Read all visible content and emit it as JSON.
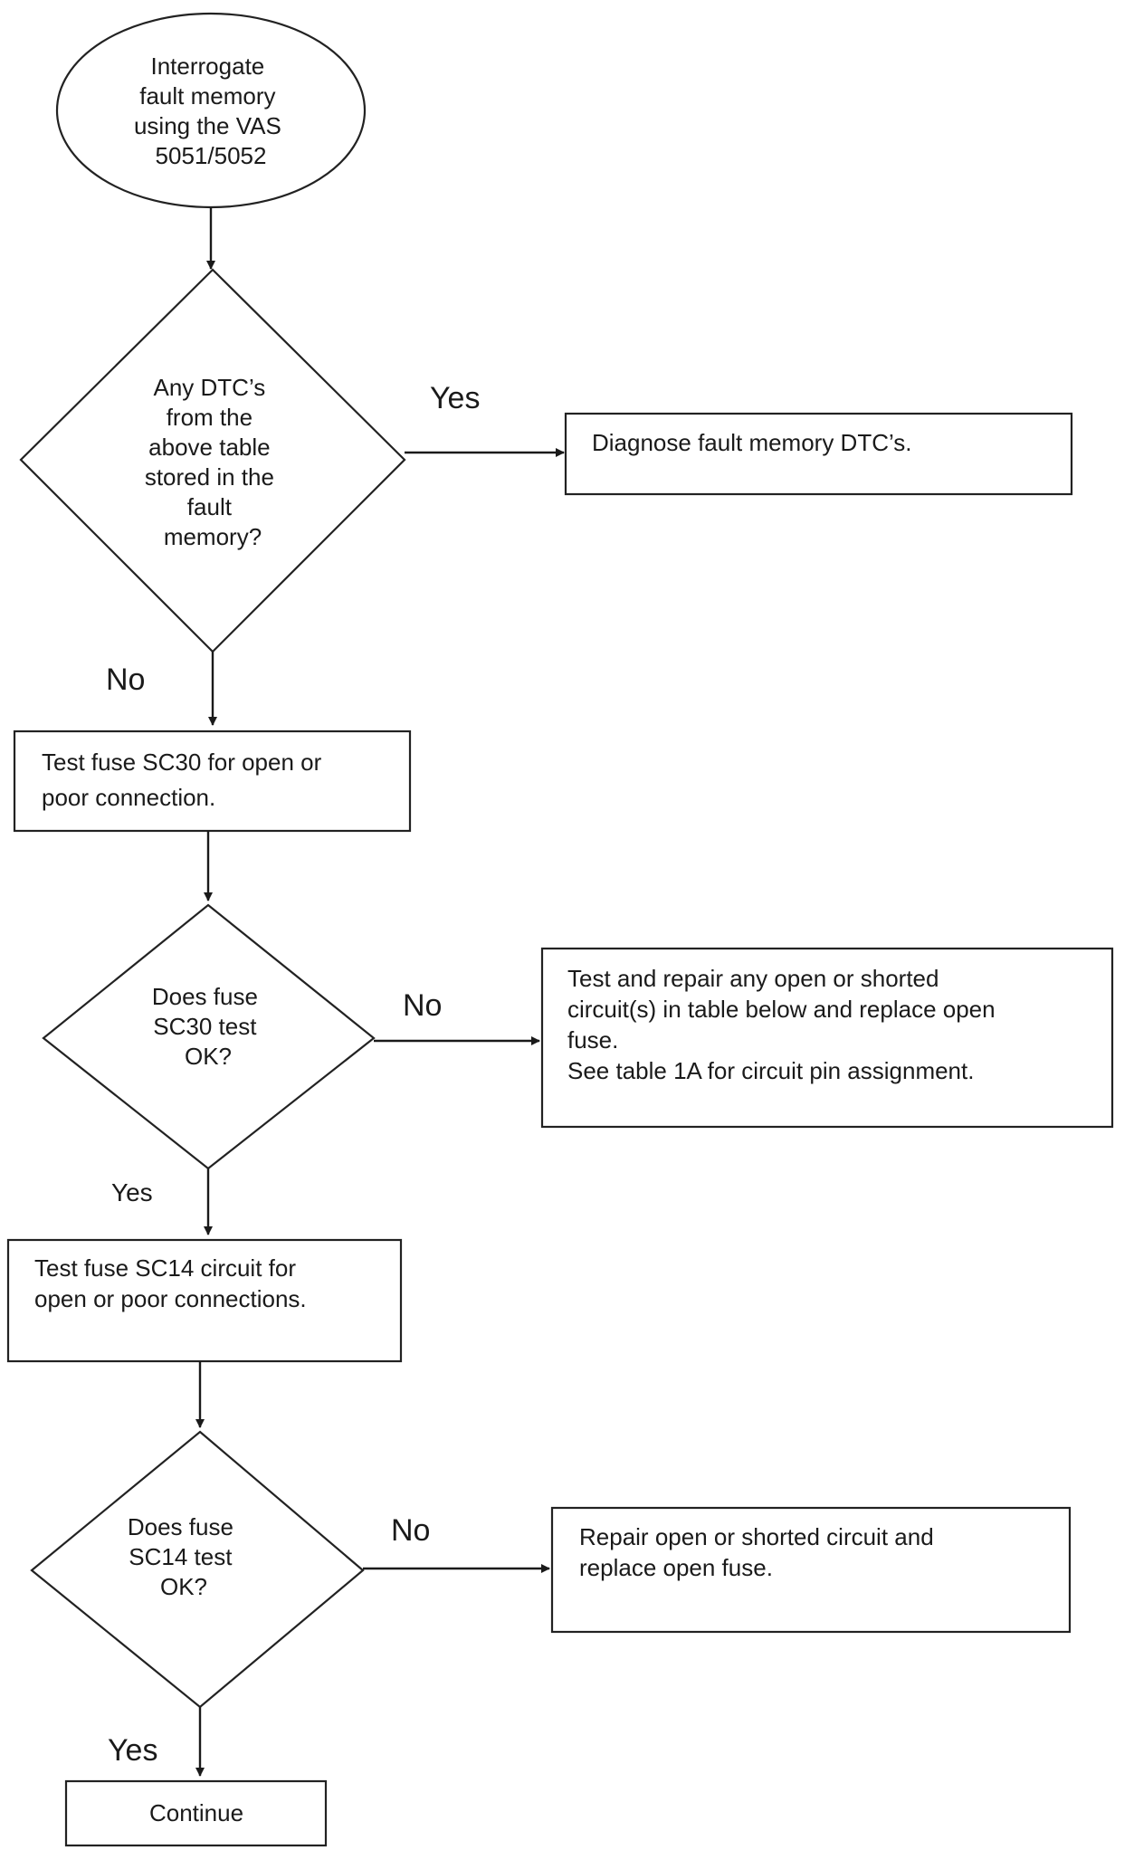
{
  "flowchart": {
    "nodes": {
      "start": {
        "shape": "ellipse",
        "lines": [
          "Interrogate",
          "fault memory",
          "using the VAS",
          "5051/5052"
        ]
      },
      "decision_dtc": {
        "shape": "diamond",
        "lines": [
          "Any DTC’s",
          "from the",
          "above table",
          "stored in the",
          "fault",
          "memory?"
        ]
      },
      "diagnose_dtc": {
        "shape": "rectangle",
        "lines": [
          "Diagnose fault memory DTC’s."
        ]
      },
      "test_sc30": {
        "shape": "rectangle",
        "lines": [
          "Test fuse SC30 for open or",
          "poor connection."
        ]
      },
      "decision_sc30": {
        "shape": "diamond",
        "lines": [
          "Does fuse",
          "SC30 test",
          "OK?"
        ]
      },
      "repair_sc30": {
        "shape": "rectangle",
        "lines": [
          "Test and repair any open or shorted",
          "circuit(s) in table below and replace open",
          "fuse.",
          "See table 1A for circuit pin assignment."
        ]
      },
      "test_sc14": {
        "shape": "rectangle",
        "lines": [
          "Test fuse SC14 circuit for",
          "open or poor connections."
        ]
      },
      "decision_sc14": {
        "shape": "diamond",
        "lines": [
          "Does fuse",
          "SC14  test",
          "OK?"
        ]
      },
      "repair_sc14": {
        "shape": "rectangle",
        "lines": [
          "Repair open or shorted circuit and",
          "replace open fuse."
        ]
      },
      "continue": {
        "shape": "rectangle",
        "lines": [
          "Continue"
        ]
      }
    },
    "edges": [
      {
        "id": "start_to_dtc",
        "from": "start",
        "to": "decision_dtc",
        "label": ""
      },
      {
        "id": "dtc_yes",
        "from": "decision_dtc",
        "to": "diagnose_dtc",
        "label": "Yes"
      },
      {
        "id": "dtc_no",
        "from": "decision_dtc",
        "to": "test_sc30",
        "label": "No"
      },
      {
        "id": "sc30_test_to_decision",
        "from": "test_sc30",
        "to": "decision_sc30",
        "label": ""
      },
      {
        "id": "sc30_no",
        "from": "decision_sc30",
        "to": "repair_sc30",
        "label": "No"
      },
      {
        "id": "sc30_yes",
        "from": "decision_sc30",
        "to": "test_sc14",
        "label": "Yes"
      },
      {
        "id": "sc14_test_to_decision",
        "from": "test_sc14",
        "to": "decision_sc14",
        "label": ""
      },
      {
        "id": "sc14_no",
        "from": "decision_sc14",
        "to": "repair_sc14",
        "label": "No"
      },
      {
        "id": "sc14_yes",
        "from": "decision_sc14",
        "to": "continue",
        "label": "Yes"
      }
    ]
  }
}
